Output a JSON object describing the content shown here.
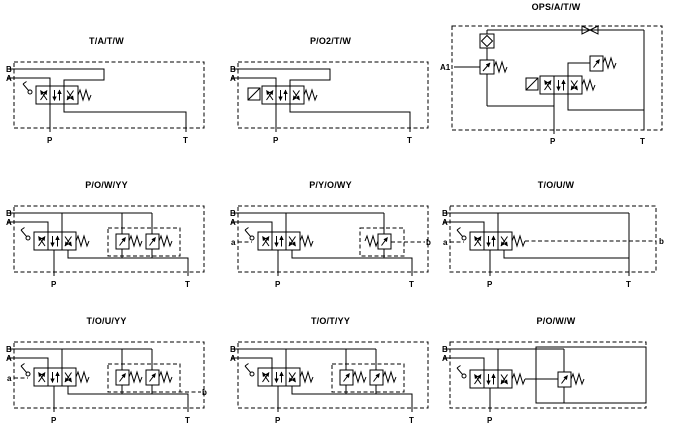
{
  "colors": {
    "line": "#000000",
    "background": "#ffffff"
  },
  "diagrams": [
    {
      "title": "T/A/T/W",
      "port_b": "B",
      "port_a": "A",
      "port_p": "P",
      "port_t": "T"
    },
    {
      "title": "P/O2/T/W",
      "port_b": "B",
      "port_a": "A",
      "port_p": "P",
      "port_t": "T"
    },
    {
      "title": "OPS/A/T/W",
      "port_a1": "A1",
      "port_p": "P",
      "port_t": "T"
    },
    {
      "title": "P/O/W/YY",
      "port_b": "B",
      "port_a": "A",
      "port_p": "P",
      "port_t": "T"
    },
    {
      "title": "P/Y/O/WY",
      "port_b": "B",
      "port_a": "A",
      "pilot_a": "a",
      "pilot_b": "b",
      "port_p": "P",
      "port_t": "T"
    },
    {
      "title": "T/O/U/W",
      "port_b": "B",
      "port_a": "A",
      "pilot_a": "a",
      "pilot_b": "b",
      "port_p": "P",
      "port_t": "T"
    },
    {
      "title": "T/O/U/YY",
      "port_b": "B",
      "port_a": "A",
      "pilot_a": "a",
      "pilot_b": "b",
      "port_p": "P",
      "port_t": "T"
    },
    {
      "title": "T/O/T/YY",
      "port_b": "B",
      "port_a": "A",
      "port_p": "P",
      "port_t": "T"
    },
    {
      "title": "P/O/W/W",
      "port_b": "B",
      "port_a": "A",
      "port_p": "P"
    }
  ]
}
